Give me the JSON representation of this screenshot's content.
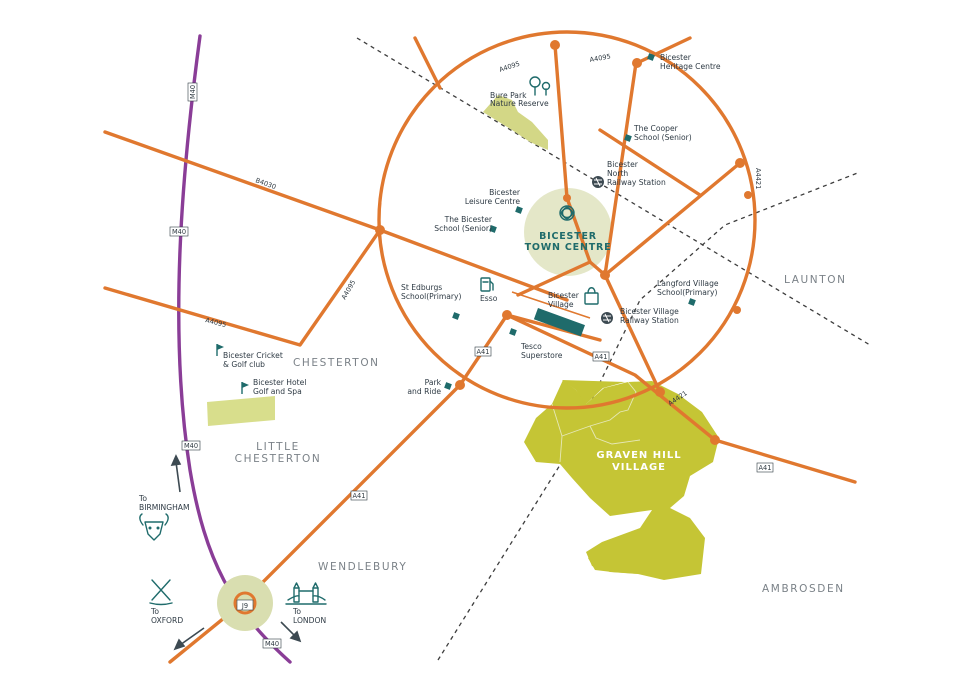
{
  "colors": {
    "a_road": "#e0782f",
    "motorway": "#8a3d97",
    "green": "#c5c535",
    "town_centre": "#e4e7c8",
    "poi": "#1f6b6b",
    "railway": "#3d3d3d",
    "text": "#2e3a44",
    "place_text": "#7b8288"
  },
  "roads": {
    "m40": "M40",
    "a4095": "A4095",
    "a4421": "A4421",
    "a41": "A41",
    "b4030": "B4030",
    "j9": "J9"
  },
  "places": {
    "launton": "LAUNTON",
    "chesterton": "CHESTERTON",
    "little_chesterton": [
      "LITTLE",
      "CHESTERTON"
    ],
    "wendlebury": "WENDLEBURY",
    "ambrosden": "AMBROSDEN"
  },
  "town_centre": [
    "BICESTER",
    "TOWN CENTRE"
  ],
  "graven_hill": [
    "GRAVEN HILL",
    "VILLAGE"
  ],
  "poi": {
    "heritage": [
      "Bicester",
      "Heritage Centre"
    ],
    "bure_park": [
      "Bure Park",
      "Nature Reserve"
    ],
    "cooper": [
      "The Cooper",
      "School (Senior)"
    ],
    "north_station": [
      "Bicester",
      "North",
      "Railway Station"
    ],
    "leisure": [
      "Bicester",
      "Leisure Centre"
    ],
    "bicester_school": [
      "The Bicester",
      "School (Senior)"
    ],
    "langford": [
      "Langford Village",
      "School(Primary)"
    ],
    "st_edburgs": [
      "St Edburgs",
      "School(Primary)"
    ],
    "esso": "Esso",
    "bicester_village": [
      "Bicester",
      "Village"
    ],
    "village_station": [
      "Bicester Village",
      "Railway Station"
    ],
    "tesco": [
      "Tesco",
      "Superstore"
    ],
    "park_ride": [
      "Park",
      "and Ride"
    ],
    "cricket": [
      "Bicester Cricket",
      "& Golf club"
    ],
    "hotel": [
      "Bicester Hotel",
      "Golf and Spa"
    ]
  },
  "directions": {
    "birmingham": [
      "To",
      "BIRMINGHAM"
    ],
    "oxford": [
      "To",
      "OXFORD"
    ],
    "london": [
      "To",
      "LONDON"
    ]
  },
  "icons": [
    "tree-icon",
    "rail-icon",
    "golf-flag-icon",
    "bag-icon",
    "fuel-icon",
    "bull-icon",
    "rowing-oars-icon",
    "tower-bridge-icon",
    "celtic-knot-icon",
    "arrow-icon"
  ]
}
